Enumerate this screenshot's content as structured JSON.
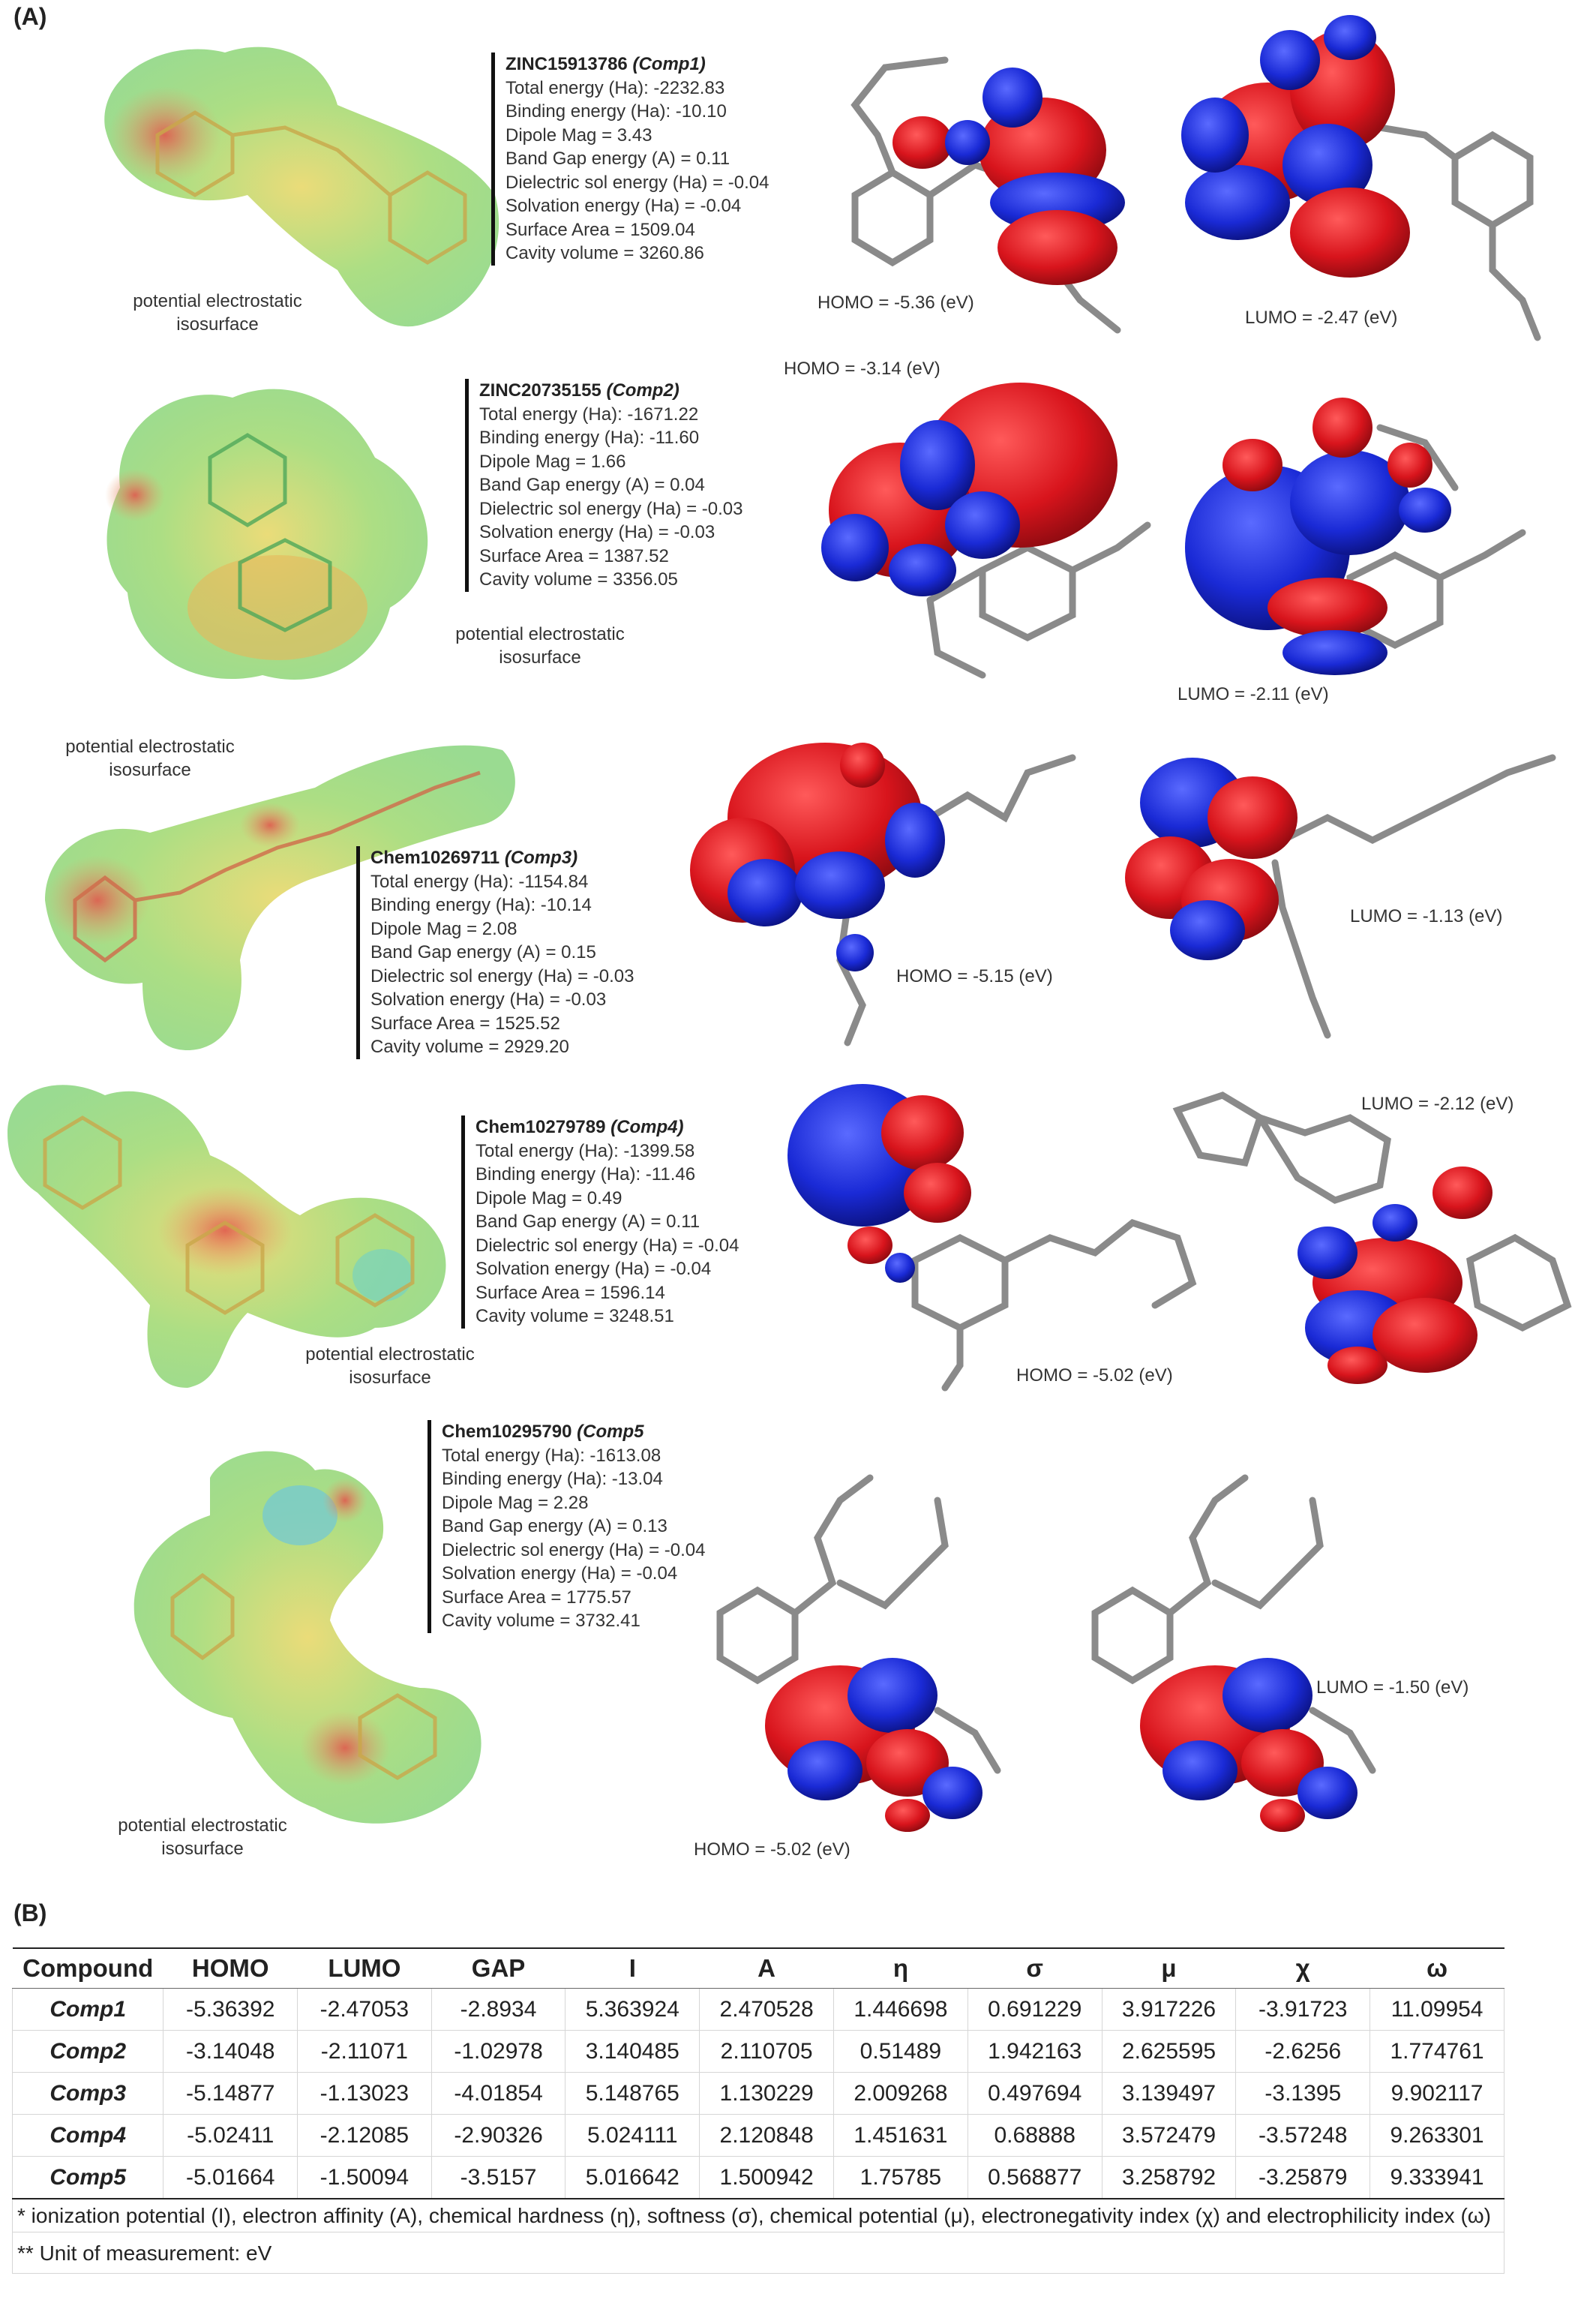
{
  "panel_a_label": "(A)",
  "panel_b_label": "(B)",
  "surface_caption_line1": "potential electrostatic",
  "surface_caption_line2": "isosurface",
  "compounds": [
    {
      "id": "ZINC15913786",
      "alias": "(Comp1)",
      "props": [
        "Total energy (Ha): -2232.83",
        "Binding energy (Ha): -10.10",
        "Dipole Mag = 3.43",
        "Band Gap energy (A) = 0.11",
        "Dielectric sol energy (Ha) = -0.04",
        "Solvation energy (Ha) = -0.04",
        "Surface Area = 1509.04",
        "Cavity volume = 3260.86"
      ],
      "homo": "HOMO = -5.36 (eV)",
      "lumo": "LUMO = -2.47 (eV)"
    },
    {
      "id": "ZINC20735155",
      "alias": "(Comp2)",
      "props": [
        "Total energy (Ha): -1671.22",
        "Binding energy (Ha): -11.60",
        "Dipole Mag = 1.66",
        "Band Gap energy (A) = 0.04",
        "Dielectric sol energy (Ha) = -0.03",
        "Solvation energy (Ha) = -0.03",
        "Surface Area = 1387.52",
        "Cavity volume = 3356.05"
      ],
      "homo": "HOMO = -3.14 (eV)",
      "lumo": "LUMO = -2.11 (eV)"
    },
    {
      "id": "Chem10269711",
      "alias": "(Comp3)",
      "props": [
        "Total energy (Ha): -1154.84",
        "Binding energy (Ha): -10.14",
        "Dipole Mag = 2.08",
        "Band Gap energy (A) = 0.15",
        "Dielectric sol energy (Ha) = -0.03",
        "Solvation energy (Ha) = -0.03",
        "Surface Area = 1525.52",
        "Cavity volume = 2929.20"
      ],
      "homo": "HOMO = -5.15 (eV)",
      "lumo": "LUMO = -1.13 (eV)"
    },
    {
      "id": "Chem10279789",
      "alias": "(Comp4)",
      "props": [
        "Total energy (Ha): -1399.58",
        "Binding energy (Ha): -11.46",
        "Dipole Mag = 0.49",
        "Band Gap energy (A) = 0.11",
        "Dielectric sol energy (Ha) = -0.04",
        "Solvation energy (Ha) = -0.04",
        "Surface Area = 1596.14",
        "Cavity volume = 3248.51"
      ],
      "homo": "HOMO = -5.02 (eV)",
      "lumo": "LUMO = -2.12 (eV)"
    },
    {
      "id": "Chem10295790",
      "alias": "(Comp5",
      "props": [
        "Total energy (Ha): -1613.08",
        "Binding energy (Ha): -13.04",
        "Dipole Mag = 2.28",
        "Band Gap energy (A) = 0.13",
        "Dielectric sol energy (Ha) = -0.04",
        "Solvation energy (Ha) = -0.04",
        "Surface Area = 1775.57",
        "Cavity volume = 3732.41"
      ],
      "homo": "HOMO = -5.02 (eV)",
      "lumo": "LUMO = -1.50 (eV)"
    }
  ],
  "table": {
    "headers": [
      "Compound",
      "HOMO",
      "LUMO",
      "GAP",
      "I",
      "A",
      "η",
      "σ",
      "μ",
      "χ",
      "ω"
    ],
    "rows": [
      [
        "Comp1",
        "-5.36392",
        "-2.47053",
        "-2.8934",
        "5.363924",
        "2.470528",
        "1.446698",
        "0.691229",
        "3.917226",
        "-3.91723",
        "11.09954"
      ],
      [
        "Comp2",
        "-3.14048",
        "-2.11071",
        "-1.02978",
        "3.140485",
        "2.110705",
        "0.51489",
        "1.942163",
        "2.625595",
        "-2.6256",
        "1.774761"
      ],
      [
        "Comp3",
        "-5.14877",
        "-1.13023",
        "-4.01854",
        "5.148765",
        "1.130229",
        "2.009268",
        "0.497694",
        "3.139497",
        "-3.1395",
        "9.902117"
      ],
      [
        "Comp4",
        "-5.02411",
        "-2.12085",
        "-2.90326",
        "5.024111",
        "2.120848",
        "1.451631",
        "0.68888",
        "3.572479",
        "-3.57248",
        "9.263301"
      ],
      [
        "Comp5",
        "-5.01664",
        "-1.50094",
        "-3.5157",
        "5.016642",
        "1.500942",
        "1.75785",
        "0.568877",
        "3.258792",
        "-3.25879",
        "9.333941"
      ]
    ],
    "footnote1": "* ionization potential (I), electron affinity (A), chemical hardness (η), softness (σ), chemical potential (μ), electronegativity index (χ) and electrophilicity index (ω)",
    "footnote2": "** Unit of measurement: eV"
  },
  "colors": {
    "orbital_positive": "#d8141c",
    "orbital_negative": "#1a2ad6",
    "stick": "#8a8a8a",
    "surface_green": "#7fd46a",
    "surface_red": "#e06a5a",
    "surface_yellow": "#e8d86a"
  }
}
